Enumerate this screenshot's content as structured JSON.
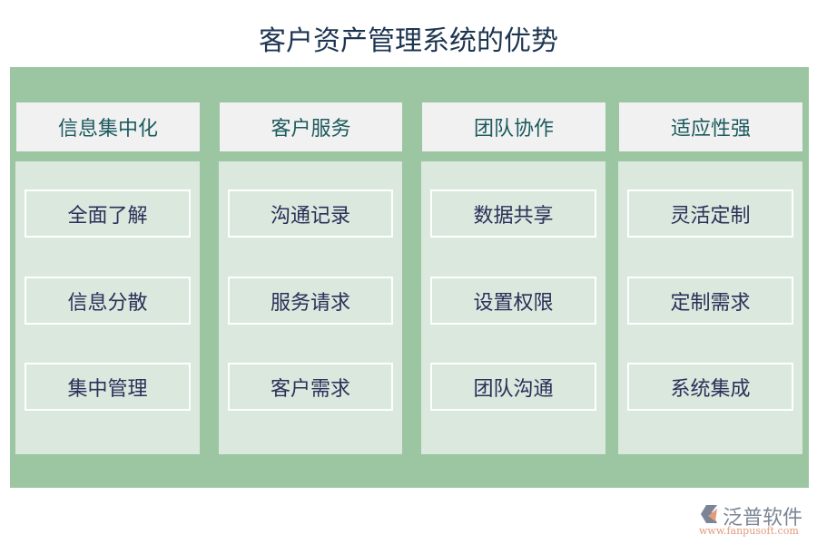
{
  "title": "客户资产管理系统的优势",
  "columns": [
    {
      "header": "信息集中化",
      "items": [
        "全面了解",
        "信息分散",
        "集中管理"
      ]
    },
    {
      "header": "客户服务",
      "items": [
        "沟通记录",
        "服务请求",
        "客户需求"
      ]
    },
    {
      "header": "团队协作",
      "items": [
        "数据共享",
        "设置权限",
        "团队沟通"
      ]
    },
    {
      "header": "适应性强",
      "items": [
        "灵活定制",
        "定制需求",
        "系统集成"
      ]
    }
  ],
  "logo": {
    "name": "泛普软件",
    "url": "www.fanpusoft.com"
  },
  "colors": {
    "background": "#9bc6a1",
    "panel": "#dbe8de",
    "header": "#f1f1f1"
  }
}
